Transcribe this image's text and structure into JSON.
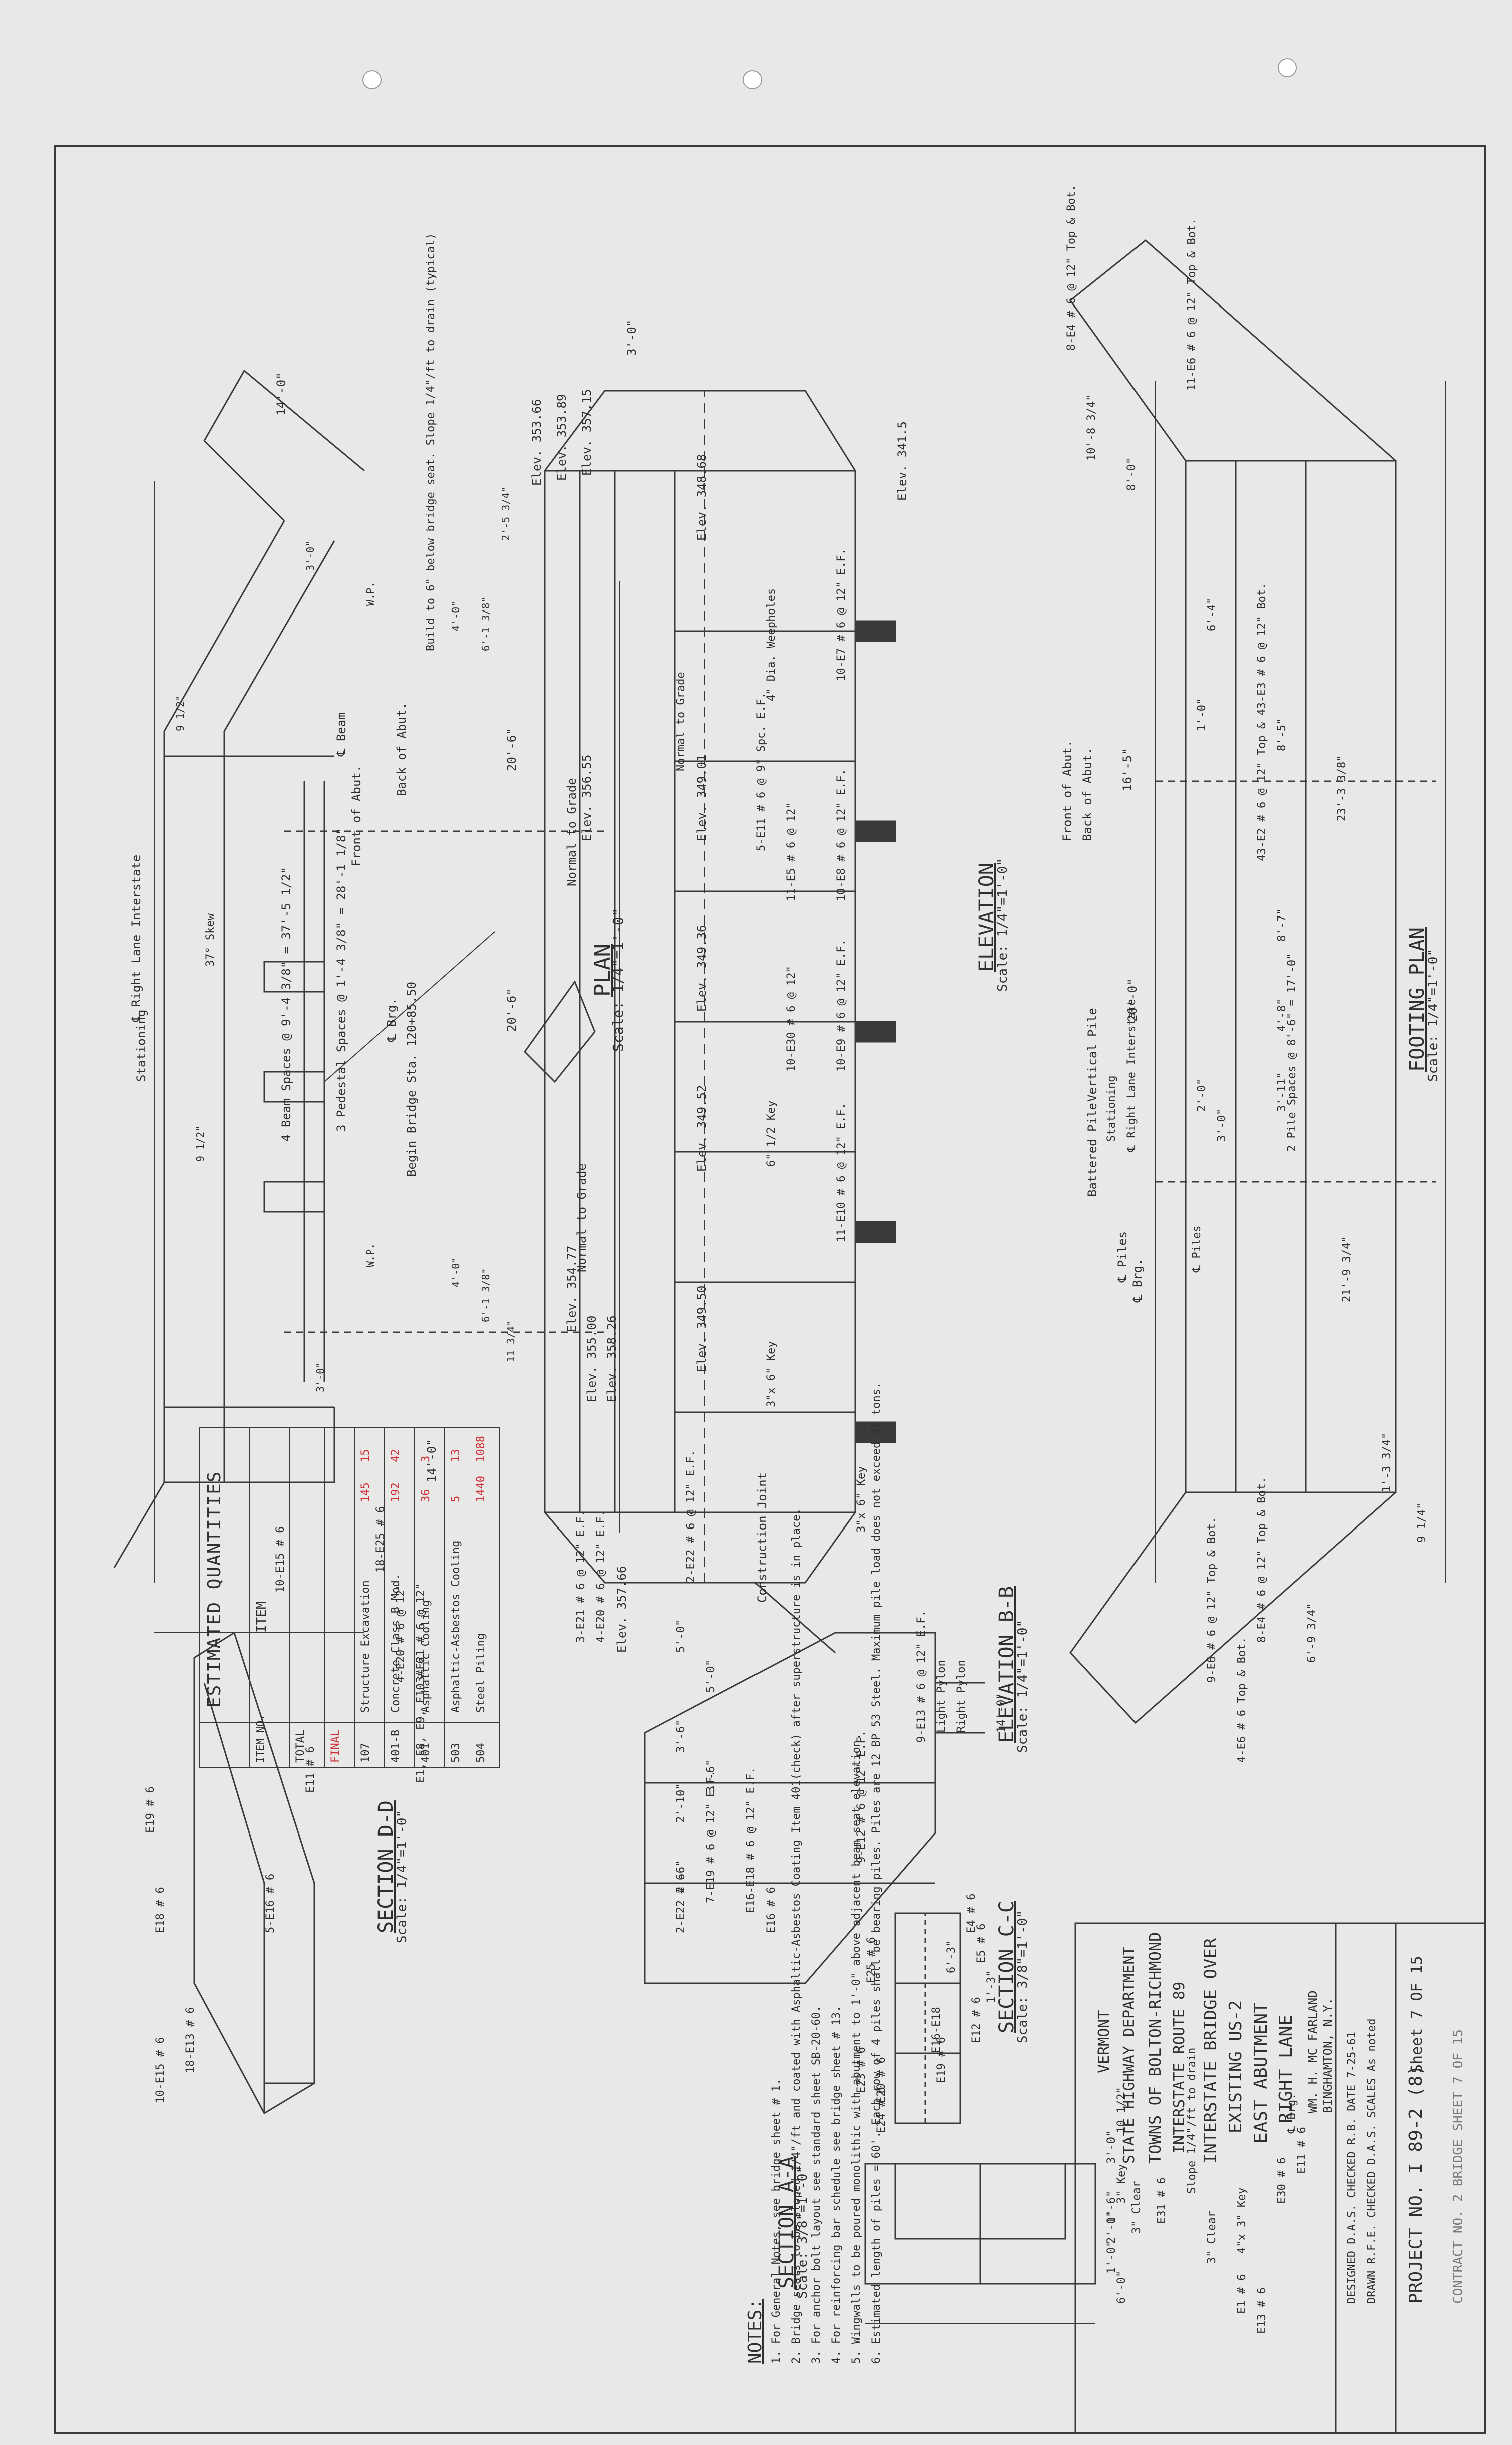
{
  "sheet": {
    "background": "#e8e8e6",
    "ink": "#333333",
    "quantity_ink": "#d0303a"
  },
  "plan": {
    "title": "PLAN",
    "scale": "Scale: 1/4\"=1'-0\"",
    "elevations": [
      "Elev. 357.15",
      "Elev. 353.89",
      "Elev. 353.66",
      "Elev. 356.55",
      "Elev. 358.26",
      "Elev. 355.00",
      "Elev. 354.77",
      "Elev. 357.66"
    ],
    "labels": [
      "Normal to Grade",
      "Normal to Grade",
      "Build to 6\" below bridge seat. Slope 1/4\"/ft to drain (typical)",
      "Back of Abut.",
      "Front of Abut.",
      "℄ Beam",
      "℄ Brg.",
      "3 Pedestal Spaces @ 1'-4 3/8\" = 28'-1 1/8\"",
      "4 Beam Spaces @ 9'-4 3/8\" = 37'-5 1/2\"",
      "Begin Bridge Sta. 120+85.50",
      "℄ Right Lane Interstate",
      "Stationing",
      "37° Skew",
      "W.P.",
      "W.P."
    ],
    "dims": [
      "14'-0\"",
      "14'-0\"",
      "20'-6\"",
      "20'-6\"",
      "2'-5 3/4\"",
      "6'-1 3/8\"",
      "6'-1 3/8\"",
      "4'-0\"",
      "4'-0\"",
      "3'-0\"",
      "3'-0\"",
      "9 1/2\"",
      "9 1/2\"",
      "11 3/4\""
    ]
  },
  "elevation": {
    "title": "ELEVATION",
    "scale": "Scale: 1/4\"=1'-0\"",
    "elevations": [
      "Elev. 341.5",
      "Elev. 348.68",
      "Elev. 349.01",
      "Elev. 349.36",
      "Elev. 349.52",
      "Elev. 349.50"
    ],
    "labels": [
      "4\" Dia. Weepholes",
      "Normal to Grade",
      "10-E7 # 6 @ 12\" E.F.",
      "10-E8 # 6 @ 12\" E.F.",
      "10-E9 # 6 @ 12\" E.F.",
      "11-E10 # 6 @ 12\" E.F.",
      "11-E5 # 6 @ 12\"",
      "10-E30 # 6 @ 12\"",
      "5-E11 # 6 @ 9\" Spc. E.F.",
      "6\" 1/2 Key",
      "3\"x 6\" Key",
      "3\"x 6\" Key",
      "Construction Joint",
      "Vertical Pile",
      "Battered Pile",
      "℄ Piles",
      "℄ Brg.",
      "Back of Abut.",
      "Front of Abut.",
      "20'-0\"",
      "16'-5\"",
      "3'-0\""
    ]
  },
  "footing_plan": {
    "title": "FOOTING PLAN",
    "scale": "Scale: 1/4\"=1'-0\"",
    "labels": [
      "43-E2 # 6 @ 12\" Top & 43-E3 # 6 @ 12\" Bot.",
      "11-E6 # 6 @ 12\" Top & Bot.",
      "8-E4 # 6 @ 12\" Top & Bot.",
      "8-E4 # 6 @ 12\" Top & Bot.",
      "9-E6 # 6 @ 12\" Top & Bot.",
      "4-E6 # 6 Top & Bot.",
      "2 Pile Spaces @ 8'-6\" = 17'-0\"",
      "℄ Piles",
      "℄ Right Lane Interstate",
      "Stationing"
    ],
    "dims": [
      "10'-8 3/4\"",
      "8'-0\"",
      "6'-4\"",
      "8'-5\"",
      "8'-7\"",
      "4'-8\"",
      "3'-11\"",
      "23'-3 3/8\"",
      "21'-9 3/4\"",
      "6'-9 3/4\"",
      "1'-3 3/4\"",
      "9 1/4\"",
      "1'-0\"",
      "2'-0\"",
      "3'-0\""
    ]
  },
  "section_dd": {
    "title": "SECTION D-D",
    "scale": "Scale: 1/4\"=1'-0\"",
    "labels": [
      "3-E21 # 6 @ 12\" E.F.",
      "4-E20 # 6 @ 12\" E.F.",
      "3-E21 # 6 @ 12\"",
      "4-E20 # 6 @ 12\"",
      "E1, E8, E9, E10 # 6",
      "E11 # 6",
      "E18 # 6",
      "E19 # 6",
      "18-E25 # 6",
      "18-E13 # 6",
      "10-E15 # 6",
      "10-E15 # 6",
      "5-E16 # 6",
      "5'-0\"",
      "3'-6\""
    ]
  },
  "elevation_bb": {
    "title": "ELEVATION B-B",
    "scale": "Scale: 1/4\"=1'-0\"",
    "labels": [
      "9-E13 # 6 @ 12\" E.F.",
      "Light Pylon",
      "Right Pylon",
      "9-E12 # 6 @ 12\" E.F.",
      "E16 # 6",
      "2-E22 # 6 @ 12\" E.F.",
      "2-E22 # 6",
      "E16-E18 # 6 @ 12\" E.F.",
      "7-E19 # 6 @ 12\" E.F.",
      "14'-0\"",
      "5'-0\"",
      "3'-6\"",
      "2'-10\"",
      "2'-6\""
    ]
  },
  "section_cc": {
    "title": "SECTION C-C",
    "scale": "Scale: 3/8\"=1'-0\"",
    "labels": [
      "E4 # 6",
      "E5 # 6",
      "E12 # 6",
      "E16-E18",
      "E19 # 6",
      "E20 # 6",
      "E23 # 6",
      "E24 # 6",
      "E25 # 6",
      "1'-3\"",
      "6'-3\""
    ]
  },
  "section_aa": {
    "title": "SECTION A-A",
    "scale": "Scale: 3/8\"=1'-0\"",
    "labels": [
      "℄ Brg.",
      "Slope 1/4\"/ft to drain",
      "E11 # 6",
      "E30 # 6",
      "E31 # 6",
      "E1 # 6",
      "E13 # 6",
      "3\" Clear",
      "3\" Clear",
      "3\" Key",
      "4\"x 3\" Key",
      "3'-0\"",
      "2'-0\"",
      "1'-0\"",
      "6'-0\"",
      "1'-6\"",
      "10 1/2\""
    ]
  },
  "quantities": {
    "title": "ESTIMATED QUANTITIES",
    "headers": [
      "ITEM NO.",
      "ITEM",
      "TOTAL",
      "FINAL"
    ],
    "rows": [
      {
        "no": "107",
        "item": "Structure Excavation",
        "total": "145",
        "final": "15"
      },
      {
        "no": "401-B",
        "item": "Concrete Class B Mod.",
        "total": "192",
        "final": "42"
      },
      {
        "no": "401",
        "item": "Asphaltic Cooling",
        "total": "36",
        "final": "3"
      },
      {
        "no": "503",
        "item": "Asphaltic-Asbestos Cooling",
        "total": "5",
        "final": "13"
      },
      {
        "no": "504",
        "item": "Steel Piling",
        "total": "1440",
        "final": "1088"
      }
    ]
  },
  "notes": {
    "title": "NOTES:",
    "items": [
      "1. For General Notes, see bridge sheet # 1.",
      "2. Bridge seats to be sloped 1/4\"/ft and coated with Asphaltic-Asbestos Coating Item 401(check) after superstructure is in place.",
      "3. For anchor bolt layout see standard sheet SB-20-60.",
      "4. For reinforcing bar schedule see bridge sheet # 13.",
      "5. Wingwalls to be poured monolithic with abutment to 1'-0\" above adjacent beam seat elevation.",
      "6. Estimated length of piles = 60'. Each row of 4 piles shall be bearing piles. Piles are 12 BP 53 Steel. Maximum pile load does not exceed 37 tons."
    ]
  },
  "title_block": {
    "state": "VERMONT",
    "dept": "STATE HIGHWAY DEPARTMENT",
    "towns": "TOWNS OF BOLTON-RICHMOND",
    "route": "INTERSTATE ROUTE 89",
    "bridge": "INTERSTATE BRIDGE OVER",
    "existing": "EXISTING US-2",
    "abutment": "EAST ABUTMENT",
    "lane": "RIGHT LANE",
    "engineer": "WM. H. MC FARLAND",
    "engineer_city": "BINGHAMTON, N.Y.",
    "designed": "DESIGNED D.A.S. CHECKED R.B. DATE 7-25-61",
    "drawn": "DRAWN R.F.E. CHECKED D.A.S. SCALES As noted",
    "project": "PROJECT NO. I 89-2 (8)",
    "sheet_of": "Sheet 7 OF 15",
    "contract": "CONTRACT NO. 2 BRIDGE SHEET 7 OF 15"
  }
}
